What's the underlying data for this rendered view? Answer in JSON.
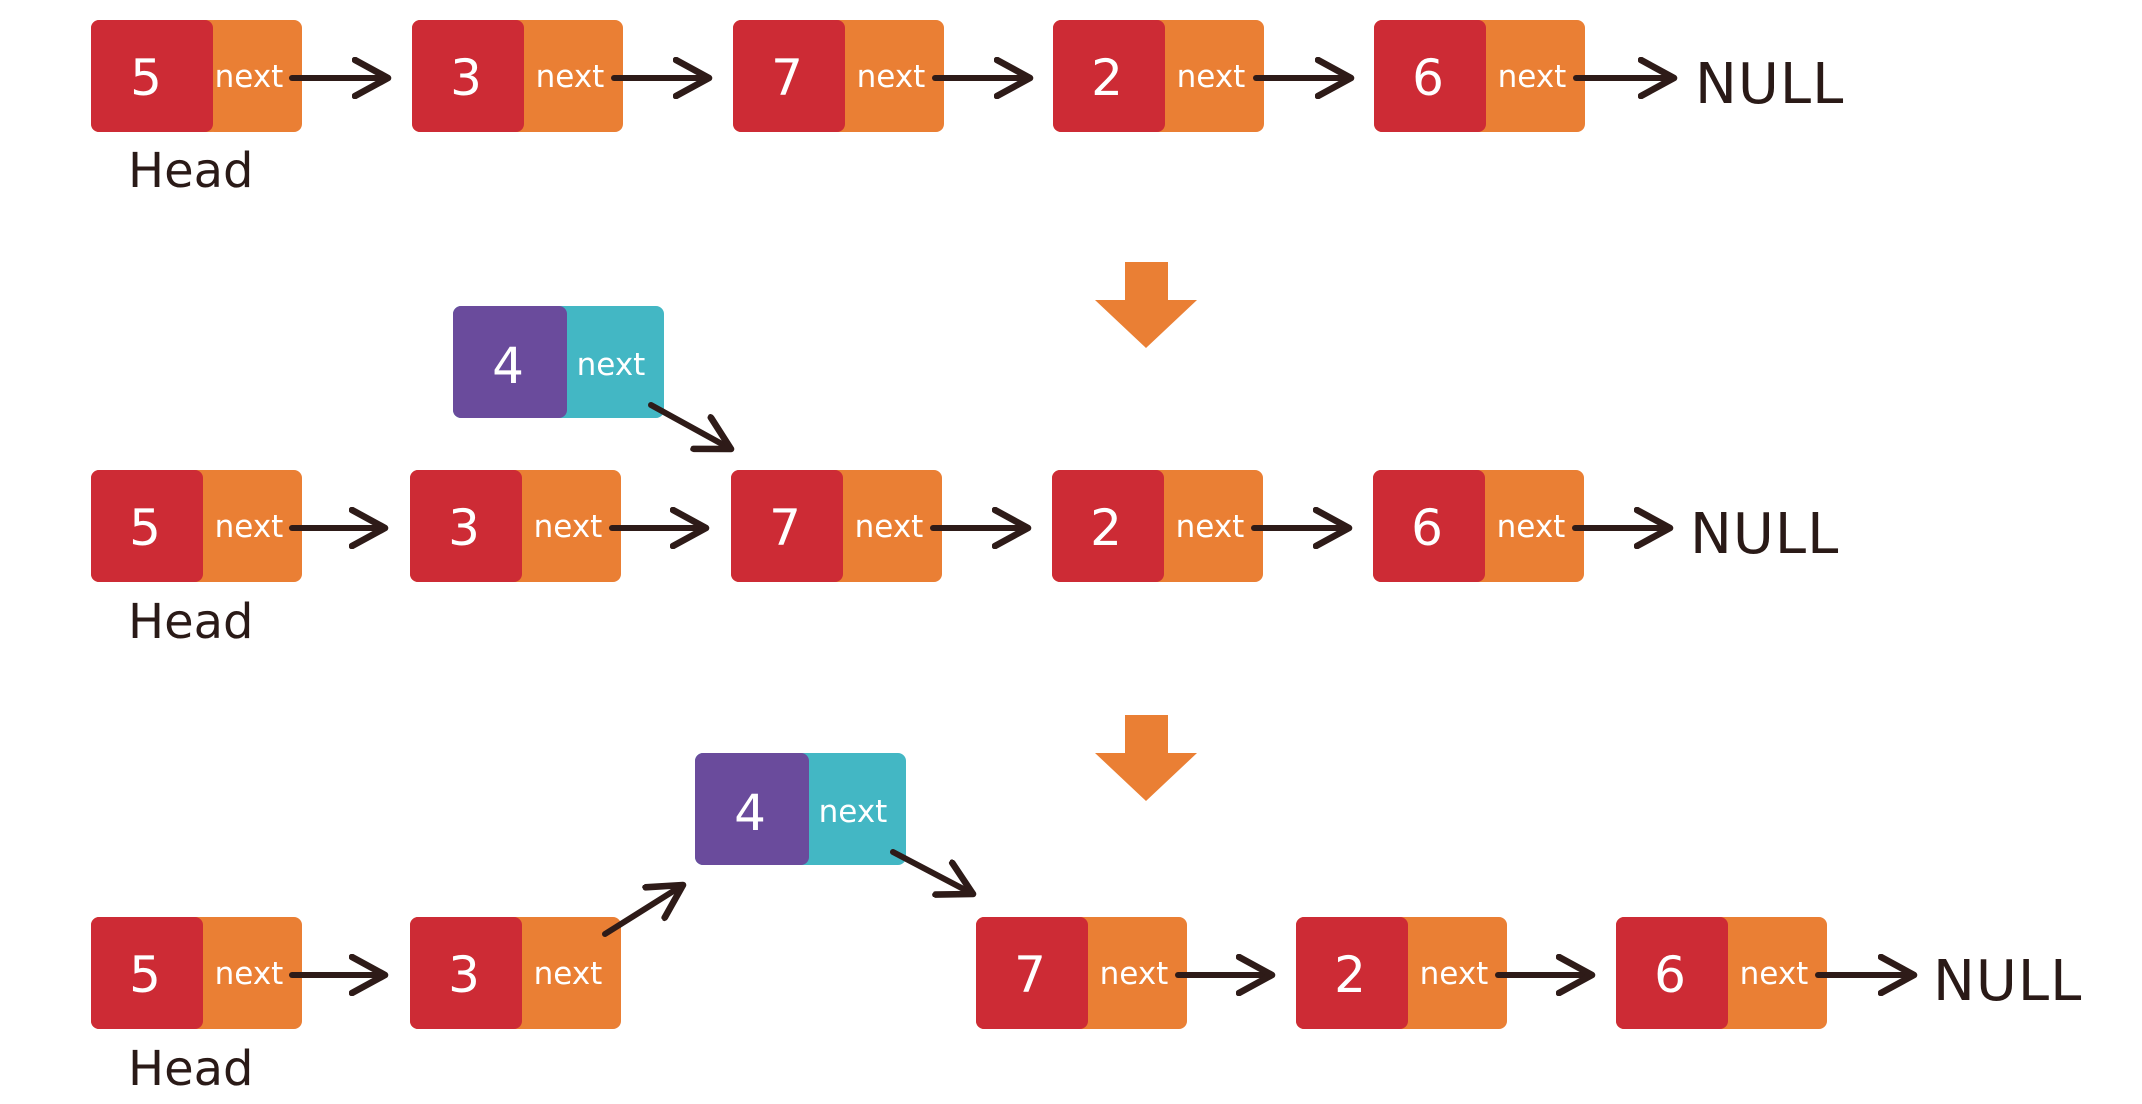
{
  "colors": {
    "value_cell": "#cd2b35",
    "next_cell": "#ea7f34",
    "new_value_cell": "#6a4b9c",
    "new_next_cell": "#43b7c4",
    "arrow": "#2e1b18",
    "step_arrow": "#ea7f34"
  },
  "labels": {
    "next": "next",
    "null": "NULL",
    "head": "Head"
  },
  "icons": {
    "pointer": "arrow-right-icon",
    "step": "down-arrow-icon"
  },
  "rows": [
    {
      "nodes": [
        "5",
        "3",
        "7",
        "2",
        "6"
      ]
    },
    {
      "nodes": [
        "5",
        "3",
        "7",
        "2",
        "6"
      ],
      "new_node": "4"
    },
    {
      "nodes": [
        "5",
        "3",
        "4",
        "7",
        "2",
        "6"
      ],
      "new_node": "4"
    }
  ]
}
